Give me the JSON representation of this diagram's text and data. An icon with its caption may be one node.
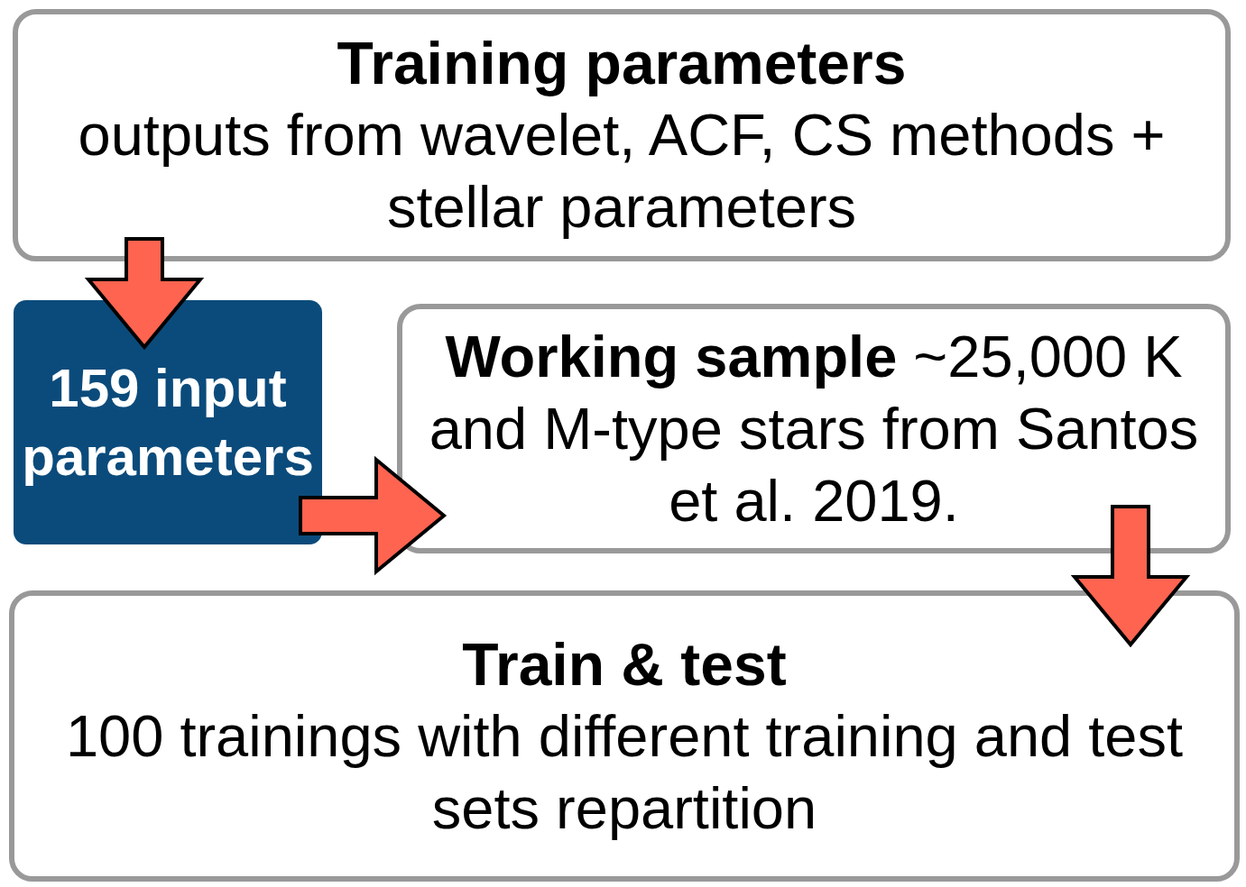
{
  "diagram": {
    "nodes": [
      {
        "text": [
          "Training parameters",
          "outputs from wavelet, ACF, CS methods + stellar parameters"
        ]
      },
      {
        "text": [
          "159 input parameters"
        ]
      },
      {
        "text": [
          "**Working sample** ~25,000 K and M-type stars from Santos et al. 2019."
        ]
      },
      {
        "text": [
          "Train & test",
          "100 trainings with different training and test sets repartition"
        ]
      }
    ],
    "edges": [
      {
        "from": 0,
        "to": 1,
        "arrow": "to"
      },
      {
        "from": 1,
        "to": 2,
        "arrow": "to"
      },
      {
        "from": 2,
        "to": 3,
        "arrow": "to"
      }
    ]
  }
}
